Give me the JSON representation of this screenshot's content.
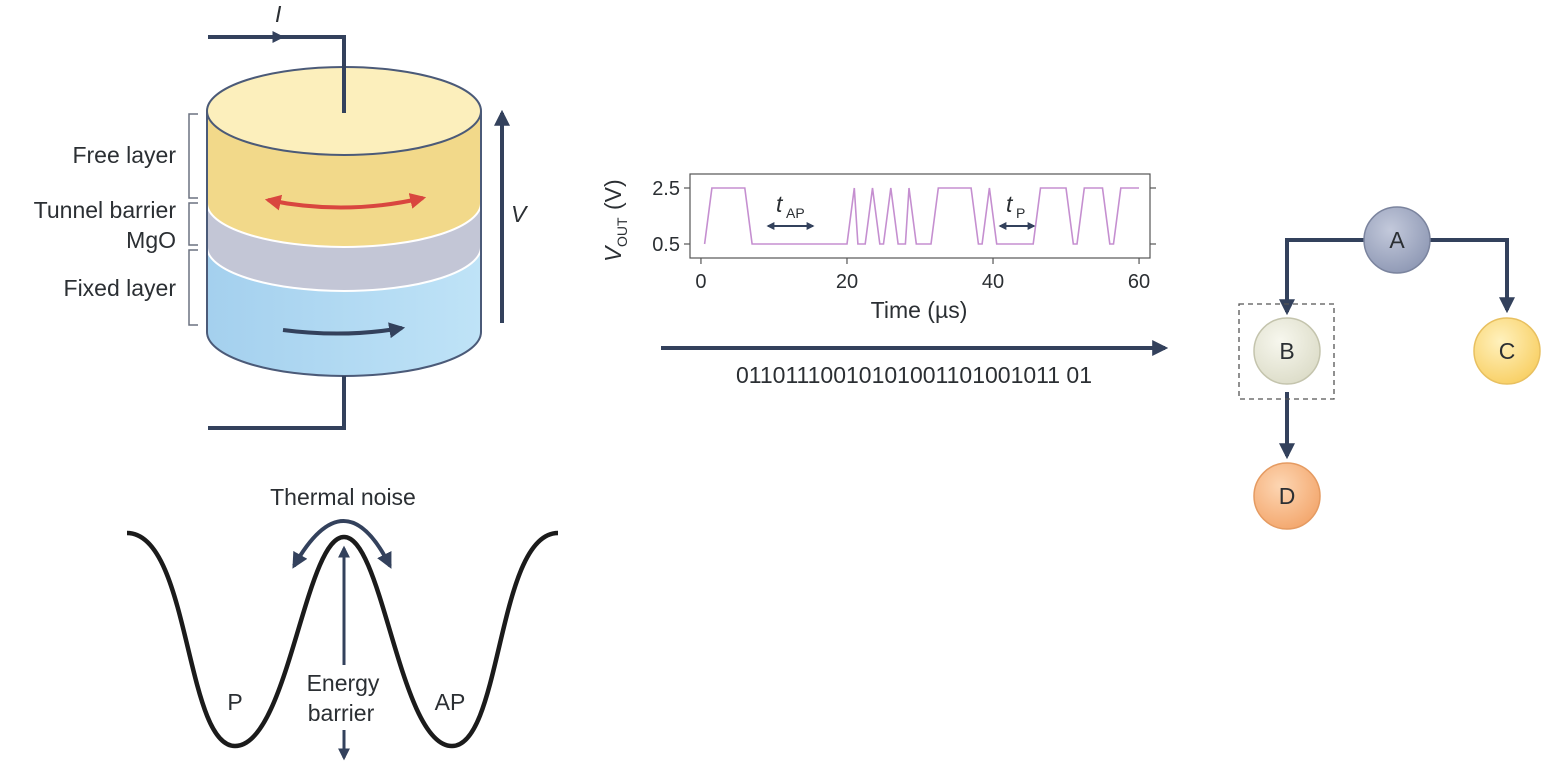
{
  "mtj": {
    "current_label": "I",
    "voltage_label": "V",
    "layers": {
      "free": "Free layer",
      "tunnel_line1": "Tunnel barrier",
      "tunnel_line2": "MgO",
      "fixed": "Fixed layer"
    },
    "colors": {
      "free_top": "#fcefbc",
      "free_side": "#f2d98a",
      "barrier": "#c3c6d6",
      "fixed": "#a9d6f0",
      "magnetization_free": "#d9463f",
      "wire": "#33415c"
    }
  },
  "energy": {
    "thermal_noise": "Thermal noise",
    "barrier_line1": "Energy",
    "barrier_line2": "barrier",
    "state_p": "P",
    "state_ap": "AP"
  },
  "trace": {
    "ylabel_main": "V",
    "ylabel_sub": "OUT",
    "ylabel_unit": "(V)",
    "xlabel": "Time (µs)",
    "t_ap_main": "t",
    "t_ap_sub": "AP",
    "t_p_main": "t",
    "t_p_sub": "P",
    "bitstring": "01101110010101001101001011 01"
  },
  "tree": {
    "nodes": {
      "a": {
        "label": "A",
        "color": "#a9b0c6"
      },
      "b": {
        "label": "B",
        "color": "#eeeedd"
      },
      "c": {
        "label": "C",
        "color": "#fde18f"
      },
      "d": {
        "label": "D",
        "color": "#f7bd8f"
      }
    }
  },
  "chart_data": {
    "type": "line",
    "xlabel": "Time (µs)",
    "ylabel": "V_OUT (V)",
    "xlim": [
      -1.5,
      61.5
    ],
    "ylim": [
      0.0,
      3.0
    ],
    "xticks": [
      0,
      20,
      40,
      60
    ],
    "yticks": [
      0.5,
      2.5
    ],
    "series": [
      {
        "x": [
          0.5,
          1.5,
          4.5,
          5.5,
          6.0,
          7.0,
          7.5,
          8.5,
          14.5,
          15.5,
          20.0,
          21.0,
          21.5,
          22.5,
          23.5,
          24.5,
          25.0,
          26.0,
          27.0,
          28.0,
          28.5,
          29.5,
          30.5,
          31.5,
          32.5,
          33.5,
          37.0,
          38.0,
          38.5,
          39.5,
          40.5,
          41.5,
          41.5,
          42.5,
          45.5,
          46.5,
          50.0,
          51.0,
          51.5,
          52.5,
          55.0,
          56.0,
          56.5,
          57.5,
          58.5,
          60.0
        ],
        "y": [
          0.5,
          2.5,
          2.5,
          2.5,
          2.5,
          0.5,
          0.5,
          0.5,
          0.5,
          0.5,
          0.5,
          2.5,
          0.5,
          0.5,
          2.5,
          0.5,
          0.5,
          2.5,
          0.5,
          0.5,
          2.5,
          0.5,
          0.5,
          0.5,
          2.5,
          2.5,
          2.5,
          0.5,
          0.5,
          2.5,
          0.5,
          0.5,
          0.5,
          0.5,
          0.5,
          2.5,
          2.5,
          0.5,
          0.5,
          2.5,
          2.5,
          0.5,
          0.5,
          2.5,
          2.5,
          2.5
        ],
        "color": "#c58fd0"
      }
    ]
  }
}
